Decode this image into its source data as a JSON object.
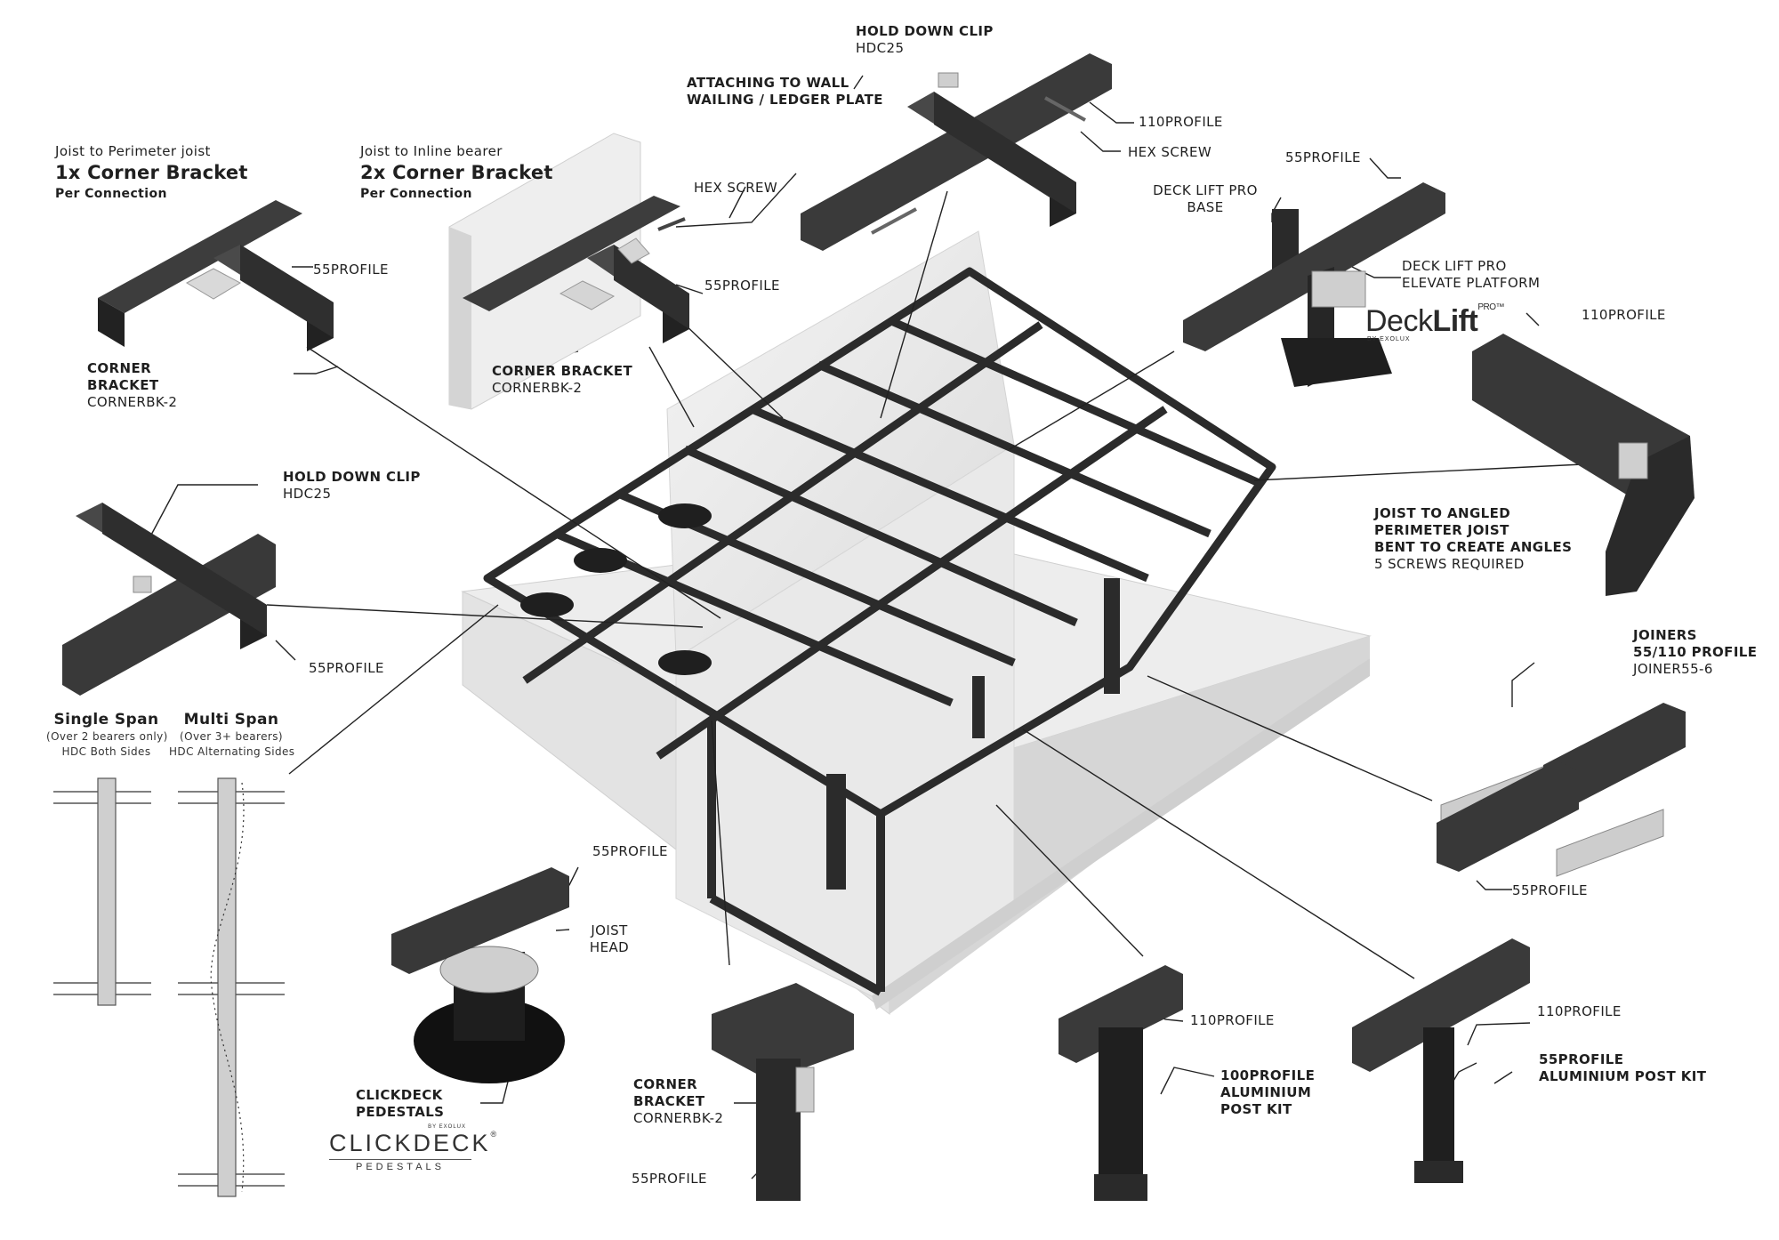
{
  "labels": {
    "joist_perimeter": {
      "l1": "Joist to Perimeter joist",
      "l2": "1x Corner Bracket",
      "l3": "Per Connection"
    },
    "joist_inline": {
      "l1": "Joist to Inline bearer",
      "l2": "2x Corner Bracket",
      "l3": "Per Connection"
    },
    "hdc_top": {
      "l1": "HOLD DOWN CLIP",
      "l2": "HDC25"
    },
    "wall": {
      "l1": "ATTACHING TO WALL",
      "l2": "WAILING / LEDGER PLATE"
    },
    "profile110_top": "110PROFILE",
    "hex_screw_top": "HEX SCREW",
    "hex_screw_wall": "HEX SCREW",
    "profile55_tl": "55PROFILE",
    "profile55_wall": "55PROFILE",
    "corner_bracket_left": {
      "l1": "CORNER",
      "l2": "BRACKET",
      "l3": "CORNERBK-2"
    },
    "corner_bracket_wall": {
      "l1": "CORNER BRACKET",
      "l2": "CORNERBK-2"
    },
    "profile55_right": "55PROFILE",
    "decklift_base": {
      "l1": "DECK LIFT PRO",
      "l2": "BASE"
    },
    "decklift_elevate": {
      "l1": "DECK LIFT PRO",
      "l2": "ELEVATE PLATFORM"
    },
    "decklift_logo": {
      "deck": "Deck",
      "lift": "Lift",
      "pro": "PRO™",
      "by": "BY EXOLUX"
    },
    "profile110_right": "110PROFILE",
    "hdc_left": {
      "l1": "HOLD DOWN CLIP",
      "l2": "HDC25"
    },
    "profile55_left_cross": "55PROFILE",
    "angled": {
      "l1": "JOIST TO ANGLED",
      "l2": "PERIMETER JOIST",
      "l3": "BENT TO CREATE ANGLES",
      "l4": "5 SCREWS REQUIRED"
    },
    "joiners": {
      "l1": "JOINERS",
      "l2": "55/110 PROFILE",
      "l3": "JOINER55-6"
    },
    "profile55_joiners": "55PROFILE",
    "single_span": {
      "title": "Single Span",
      "sub1": "(Over 2 bearers only)",
      "sub2": "HDC Both Sides"
    },
    "multi_span": {
      "title": "Multi Span",
      "sub1": "(Over 3+ bearers)",
      "sub2": "HDC Alternating Sides"
    },
    "profile55_pedestal": "55PROFILE",
    "joist_head": {
      "l1": "JOIST",
      "l2": "HEAD"
    },
    "pedestals": {
      "l1": "CLICKDECK",
      "l2": "PEDESTALS"
    },
    "clickdeck_logo": {
      "main": "CLICKDECK",
      "reg": "®",
      "by": "BY EXOLUX",
      "sub": "PEDESTALS"
    },
    "corner_bracket_bottom": {
      "l1": "CORNER",
      "l2": "BRACKET",
      "l3": "CORNERBK-2"
    },
    "profile55_bottom": "55PROFILE",
    "profile110_post": "110PROFILE",
    "post_kit_100": {
      "l1": "100PROFILE",
      "l2": "ALUMINIUM",
      "l3": "POST KIT"
    },
    "profile110_post_right": "110PROFILE",
    "post_kit_55": {
      "l1": "55PROFILE",
      "l2": "ALUMINIUM POST KIT"
    }
  }
}
